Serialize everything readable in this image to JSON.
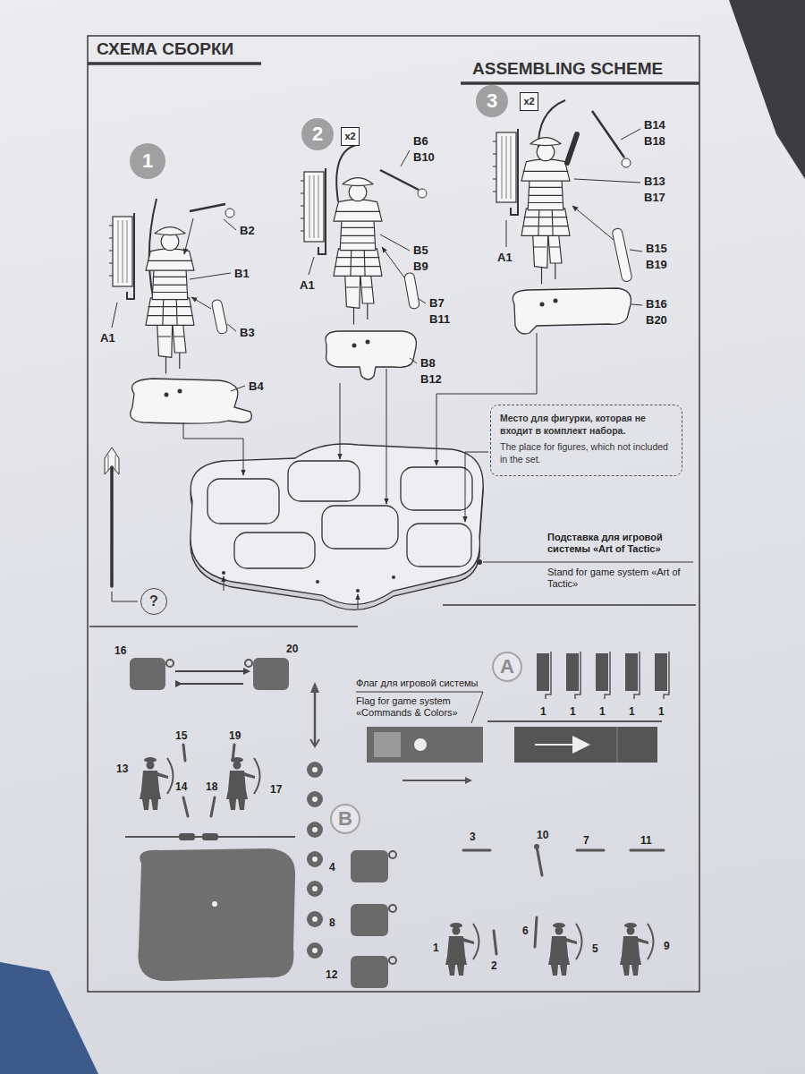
{
  "diagram": {
    "title": "СХЕМА СБОРКИ",
    "nodes": [
      {
        "text": [
          "1"
        ]
      },
      {
        "text": [
          "2"
        ]
      },
      {
        "text": [
          "x2"
        ]
      },
      {
        "text": [
          "3"
        ]
      },
      {
        "text": [
          "x2"
        ]
      },
      {
        "text": [
          "Место для фигурки, которая не входит в комплект набора.",
          "The place for figures, which not included in the set."
        ]
      },
      {
        "text": [
          "?"
        ]
      },
      {
        "text": [
          "A"
        ]
      },
      {
        "text": [
          "B"
        ]
      }
    ],
    "labels": [
      "ASSEMBLING SCHEME",
      "B2",
      "B1",
      "A1",
      "B3",
      "B4",
      "B6",
      "B10",
      "B5",
      "B9",
      "A1",
      "B7",
      "B11",
      "B8",
      "B12",
      "B14",
      "B18",
      "B13",
      "B17",
      "A1",
      "B15",
      "B19",
      "B16",
      "B20",
      "Подставка для игровой системы «Art of Tactic»",
      "Stand for game system «Art of Tactic»",
      "16",
      "20",
      "15",
      "19",
      "13",
      "14",
      "18",
      "17",
      "Флаг для игровой системы",
      "Flag for game system «Commands & Colors»",
      "1",
      "1",
      "1",
      "1",
      "1",
      "3",
      "10",
      "7",
      "11",
      "4",
      "8",
      "12",
      "1",
      "2",
      "6",
      "5",
      "9"
    ]
  }
}
